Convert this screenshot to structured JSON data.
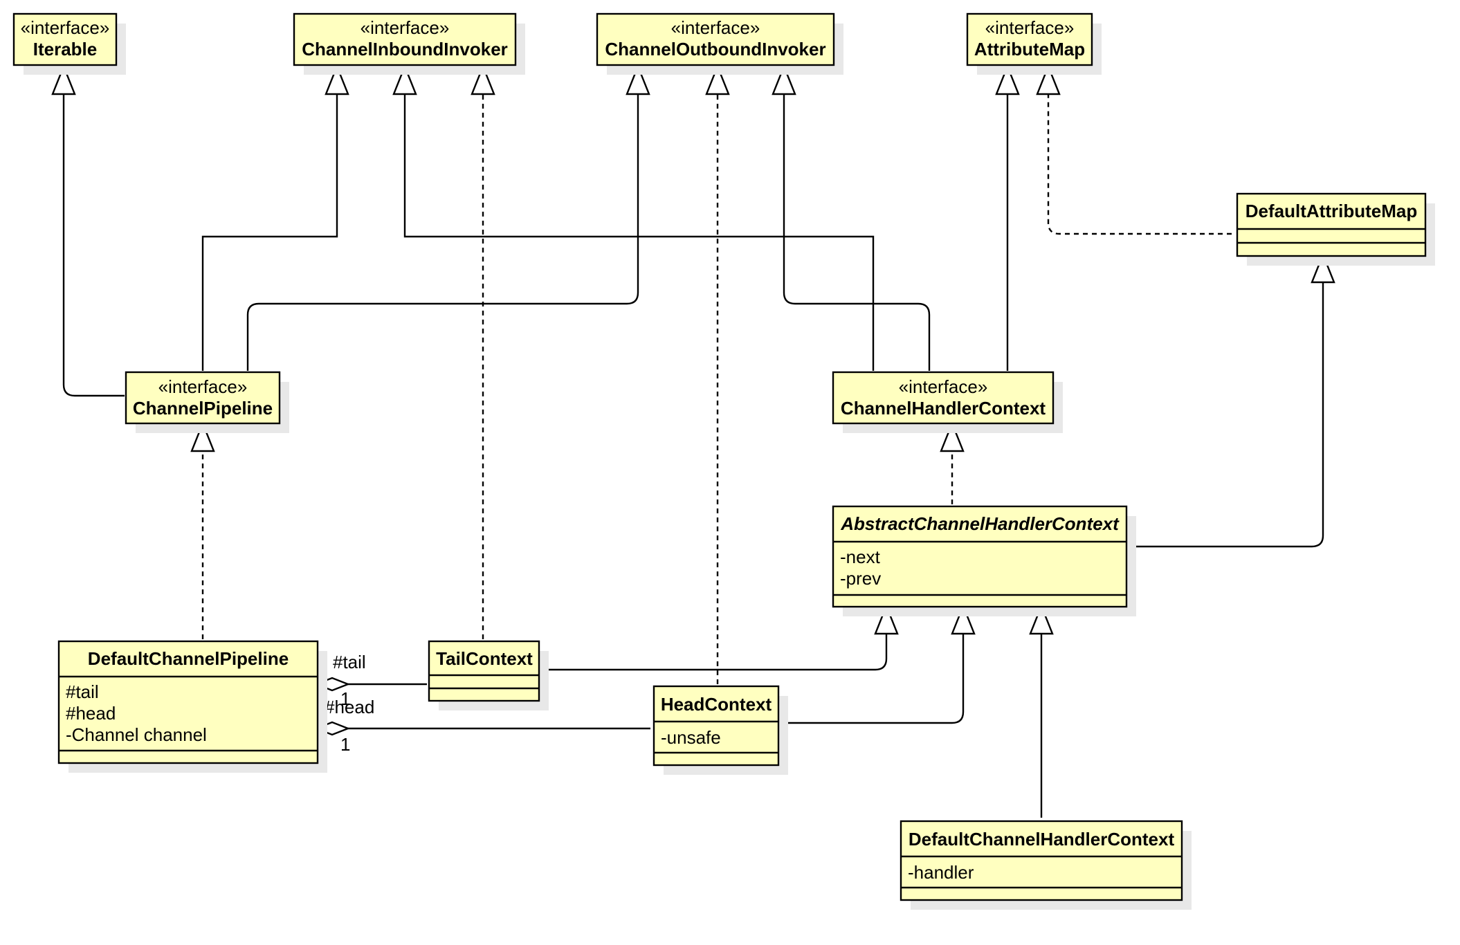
{
  "stereotype": "«interface»",
  "classes": [
    {
      "id": "iterable",
      "name": "Iterable",
      "interface": true
    },
    {
      "id": "channel-inbound-invoker",
      "name": "ChannelInboundInvoker",
      "interface": true
    },
    {
      "id": "channel-outbound-invoker",
      "name": "ChannelOutboundInvoker",
      "interface": true
    },
    {
      "id": "attribute-map",
      "name": "AttributeMap",
      "interface": true
    },
    {
      "id": "default-attribute-map",
      "name": "DefaultAttributeMap",
      "attributes": []
    },
    {
      "id": "channel-pipeline",
      "name": "ChannelPipeline",
      "interface": true
    },
    {
      "id": "channel-handler-context",
      "name": "ChannelHandlerContext",
      "interface": true
    },
    {
      "id": "abstract-channel-handler-context",
      "name": "AbstractChannelHandlerContext",
      "abstract": true,
      "attributes": [
        "-next",
        "-prev"
      ]
    },
    {
      "id": "default-channel-pipeline",
      "name": "DefaultChannelPipeline",
      "attributes": [
        "#tail",
        "#head",
        "-Channel channel"
      ]
    },
    {
      "id": "tail-context",
      "name": "TailContext",
      "attributes": []
    },
    {
      "id": "head-context",
      "name": "HeadContext",
      "attributes": [
        "-unsafe"
      ]
    },
    {
      "id": "default-channel-handler-context",
      "name": "DefaultChannelHandlerContext",
      "attributes": [
        "-handler"
      ]
    }
  ],
  "relations": [
    {
      "from": "channel-pipeline",
      "to": "iterable",
      "kind": "generalization"
    },
    {
      "from": "channel-pipeline",
      "to": "channel-inbound-invoker",
      "kind": "generalization"
    },
    {
      "from": "channel-pipeline",
      "to": "channel-outbound-invoker",
      "kind": "generalization"
    },
    {
      "from": "channel-handler-context",
      "to": "channel-inbound-invoker",
      "kind": "generalization"
    },
    {
      "from": "channel-handler-context",
      "to": "channel-outbound-invoker",
      "kind": "generalization"
    },
    {
      "from": "channel-handler-context",
      "to": "attribute-map",
      "kind": "generalization"
    },
    {
      "from": "tail-context",
      "to": "channel-inbound-invoker",
      "kind": "realization"
    },
    {
      "from": "head-context",
      "to": "channel-outbound-invoker",
      "kind": "realization"
    },
    {
      "from": "default-attribute-map",
      "to": "attribute-map",
      "kind": "realization"
    },
    {
      "from": "abstract-channel-handler-context",
      "to": "default-attribute-map",
      "kind": "generalization"
    },
    {
      "from": "default-channel-pipeline",
      "to": "channel-pipeline",
      "kind": "realization"
    },
    {
      "from": "abstract-channel-handler-context",
      "to": "channel-handler-context",
      "kind": "realization"
    },
    {
      "from": "tail-context",
      "to": "abstract-channel-handler-context",
      "kind": "generalization"
    },
    {
      "from": "head-context",
      "to": "abstract-channel-handler-context",
      "kind": "generalization"
    },
    {
      "from": "default-channel-handler-context",
      "to": "abstract-channel-handler-context",
      "kind": "generalization"
    },
    {
      "from": "default-channel-pipeline",
      "to": "tail-context",
      "kind": "aggregation",
      "role": "#tail",
      "multiplicity": "1"
    },
    {
      "from": "default-channel-pipeline",
      "to": "head-context",
      "kind": "aggregation",
      "role": "#head",
      "multiplicity": "1"
    }
  ]
}
